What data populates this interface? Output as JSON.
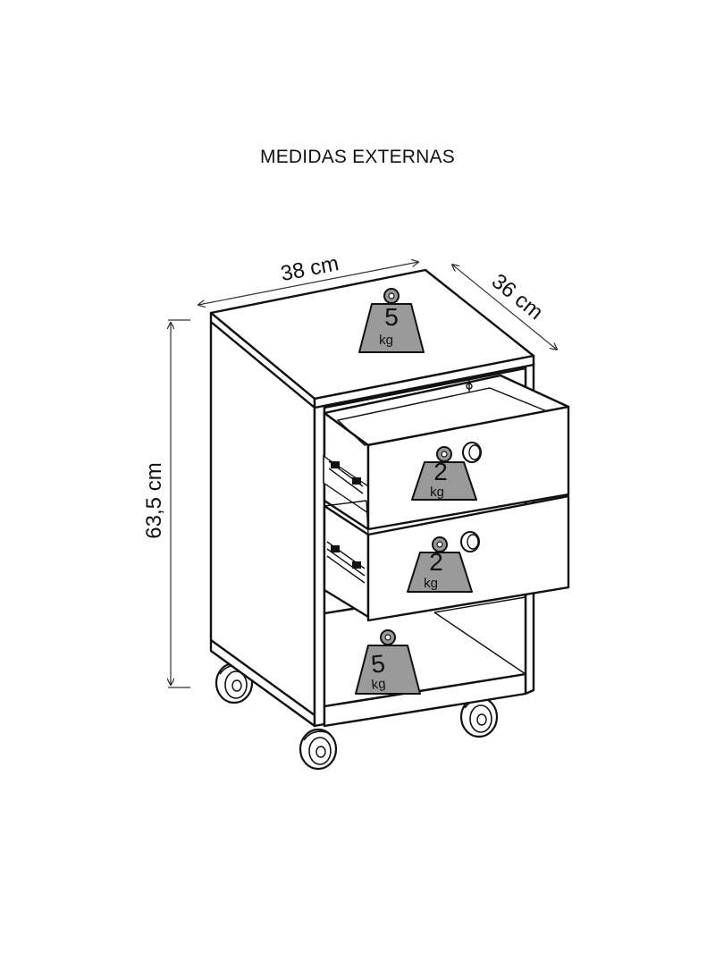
{
  "title": "MEDIDAS EXTERNAS",
  "dimensions": {
    "width": "38 cm",
    "depth": "36 cm",
    "height": "63,5 cm"
  },
  "weights": {
    "top": {
      "value": "5",
      "unit": "kg"
    },
    "drawer_1": {
      "value": "2",
      "unit": "kg"
    },
    "drawer_2": {
      "value": "2",
      "unit": "kg"
    },
    "bottom_shelf": {
      "value": "5",
      "unit": "kg"
    }
  },
  "colors": {
    "line": "#111111",
    "weight_fill": "#9a9a9a",
    "background": "#ffffff"
  }
}
